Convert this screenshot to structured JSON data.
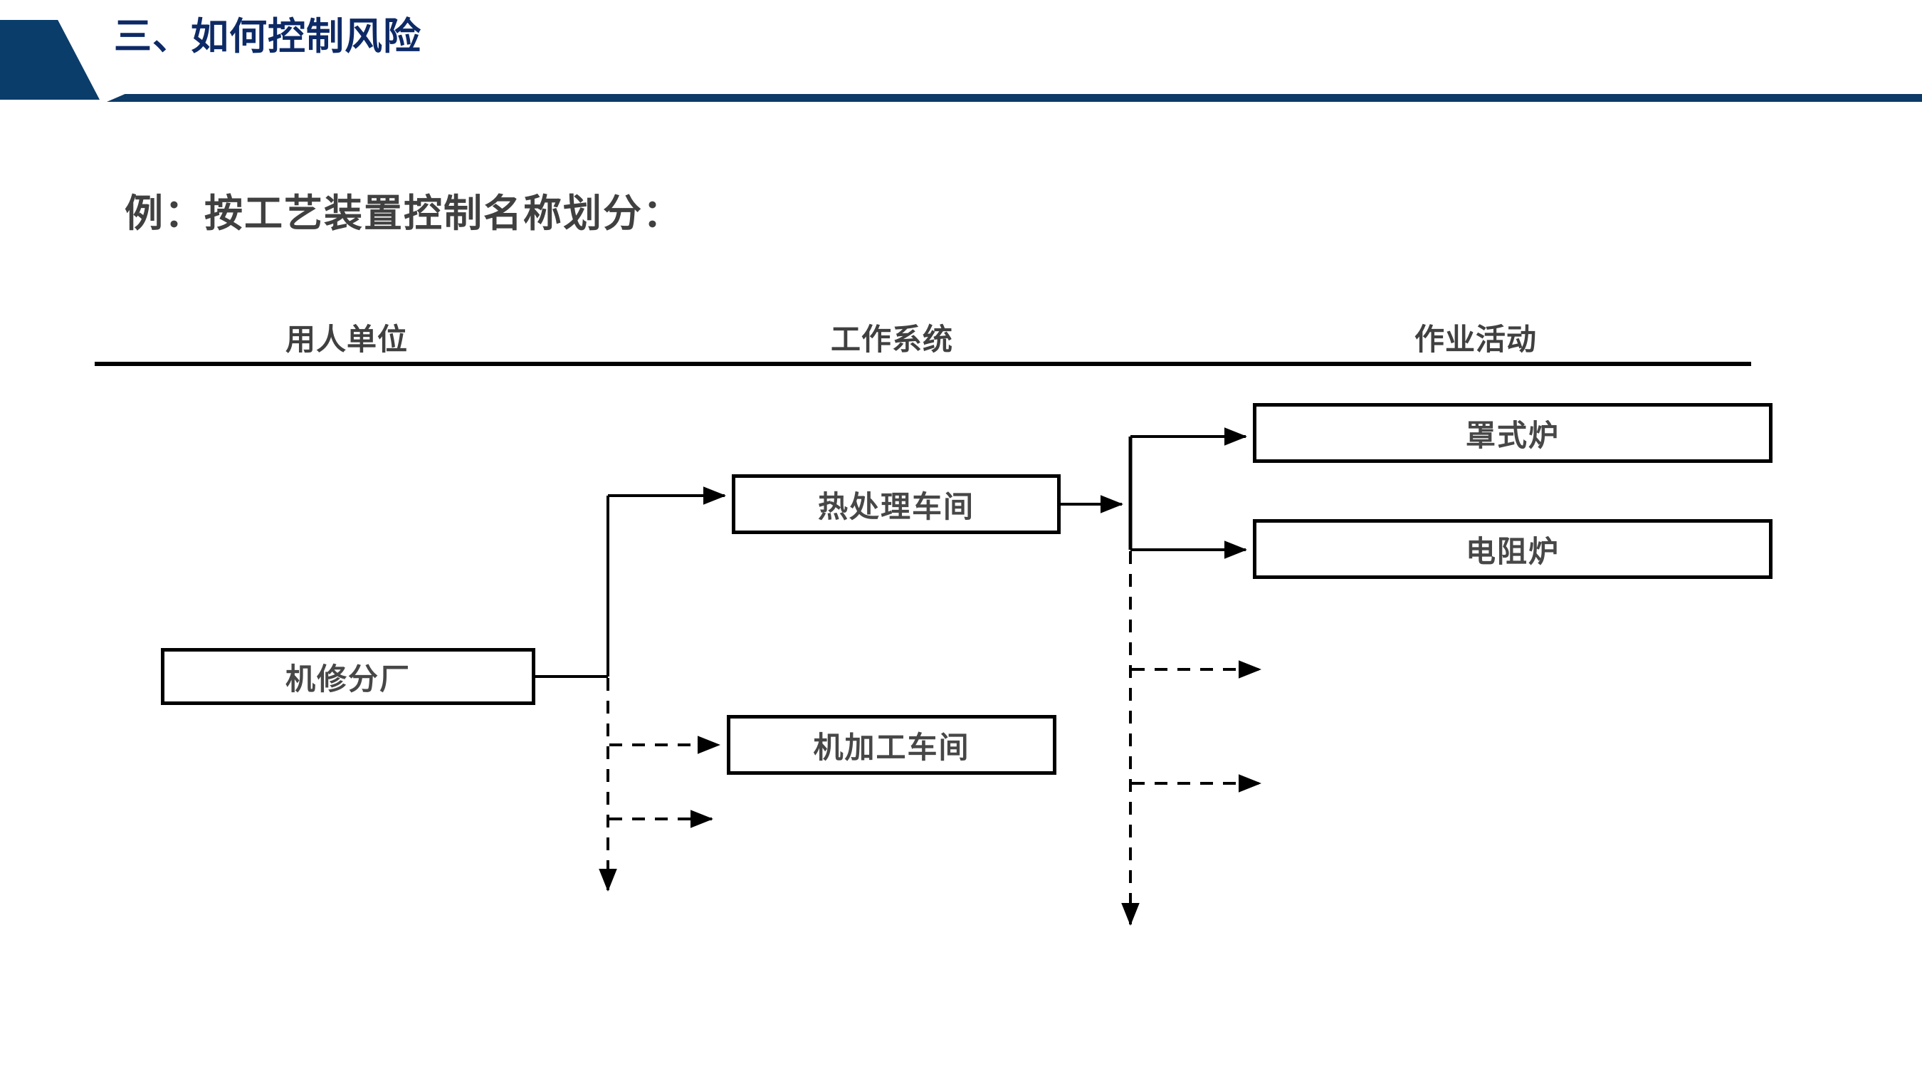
{
  "header": {
    "title": "三、如何控制风险",
    "accent_color": "#0d2a66",
    "shape_color": "#0b3d6b",
    "rule_color": "#0d3a66"
  },
  "subtitle": "例：按工艺装置控制名称划分：",
  "columns": [
    {
      "label": "用人单位"
    },
    {
      "label": "工作系统"
    },
    {
      "label": "作业活动"
    }
  ],
  "nodes": {
    "jixiu": "机修分厂",
    "rechuli": "热处理车间",
    "jijiagong": "机加工车间",
    "zhaoshilu": "罩式炉",
    "dianzulu": "电阻炉"
  },
  "colors": {
    "text_gray": "#474747",
    "line_black": "#000000",
    "background": "#ffffff"
  }
}
